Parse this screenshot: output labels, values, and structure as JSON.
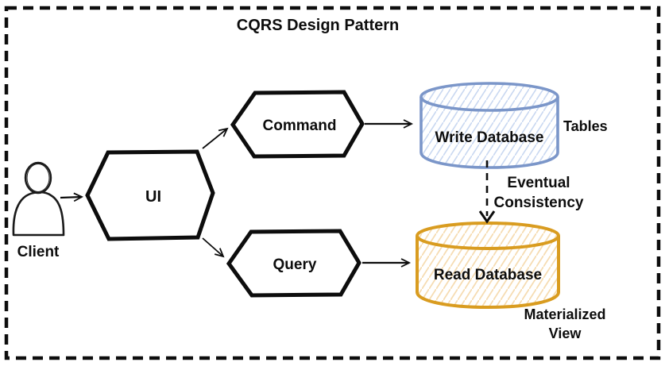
{
  "title": "CQRS Design Pattern",
  "nodes": {
    "client": {
      "label": "Client"
    },
    "ui": {
      "label": "UI"
    },
    "command": {
      "label": "Command"
    },
    "query": {
      "label": "Query"
    },
    "write_database": {
      "label": "Write Database",
      "annotation": "Tables"
    },
    "read_database": {
      "label": "Read Database",
      "annotation_line1": "Materialized",
      "annotation_line2": "View"
    }
  },
  "edges": {
    "eventual_consistency": {
      "line1": "Eventual",
      "line2": "Consistency"
    }
  },
  "colors": {
    "outline": "#0d0d0d",
    "write_db_stroke": "#7b96c9",
    "write_db_hatch": "#c9d8f1",
    "read_db_stroke": "#d99c20",
    "read_db_hatch": "#f6dcb2"
  }
}
